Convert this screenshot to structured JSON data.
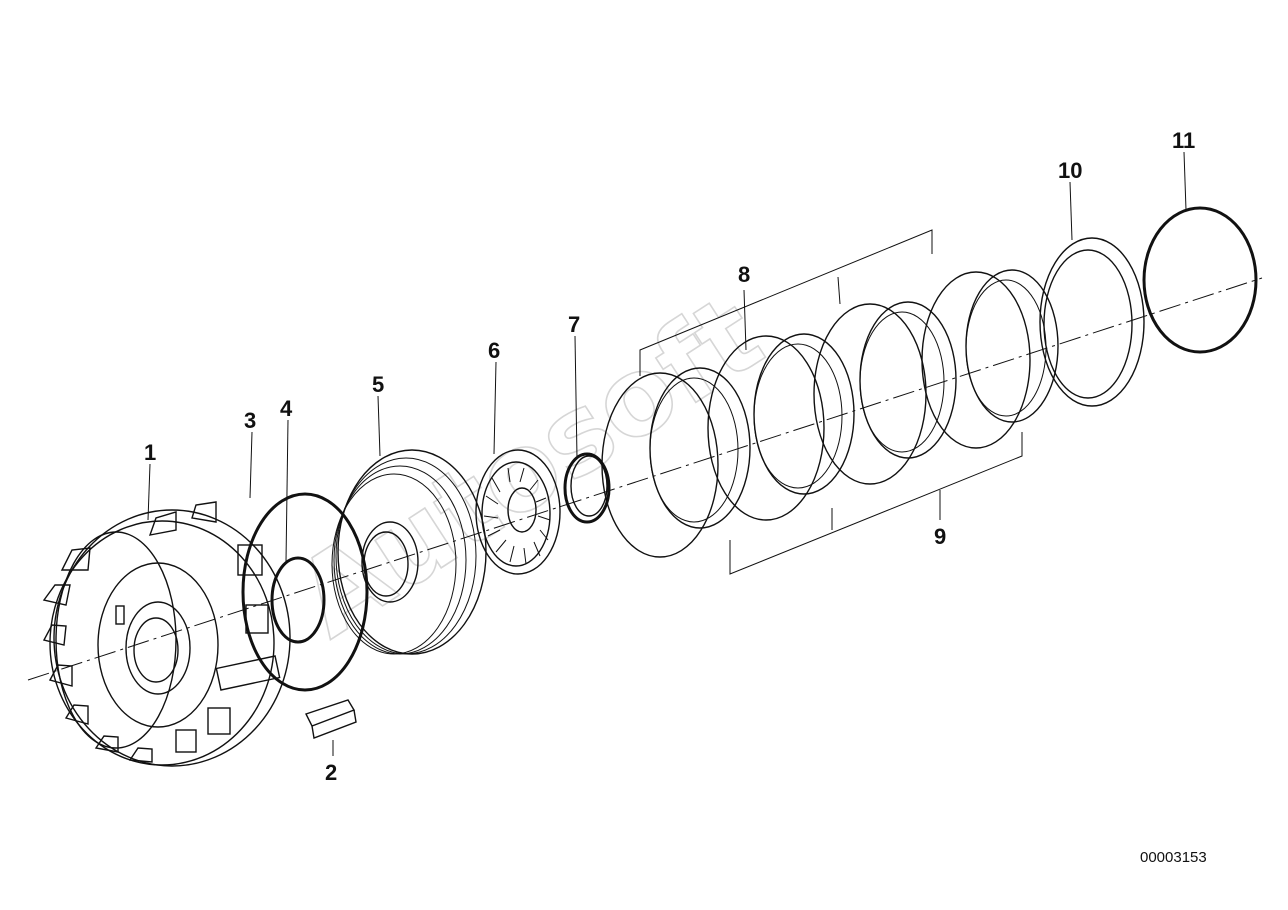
{
  "watermark": "Autosoft",
  "drawing_number": "00003153",
  "callouts": [
    {
      "id": "1",
      "label": "1"
    },
    {
      "id": "2",
      "label": "2"
    },
    {
      "id": "3",
      "label": "3"
    },
    {
      "id": "4",
      "label": "4"
    },
    {
      "id": "5",
      "label": "5"
    },
    {
      "id": "6",
      "label": "6"
    },
    {
      "id": "7",
      "label": "7"
    },
    {
      "id": "8",
      "label": "8"
    },
    {
      "id": "9",
      "label": "9"
    },
    {
      "id": "10",
      "label": "10"
    },
    {
      "id": "11",
      "label": "11"
    }
  ]
}
